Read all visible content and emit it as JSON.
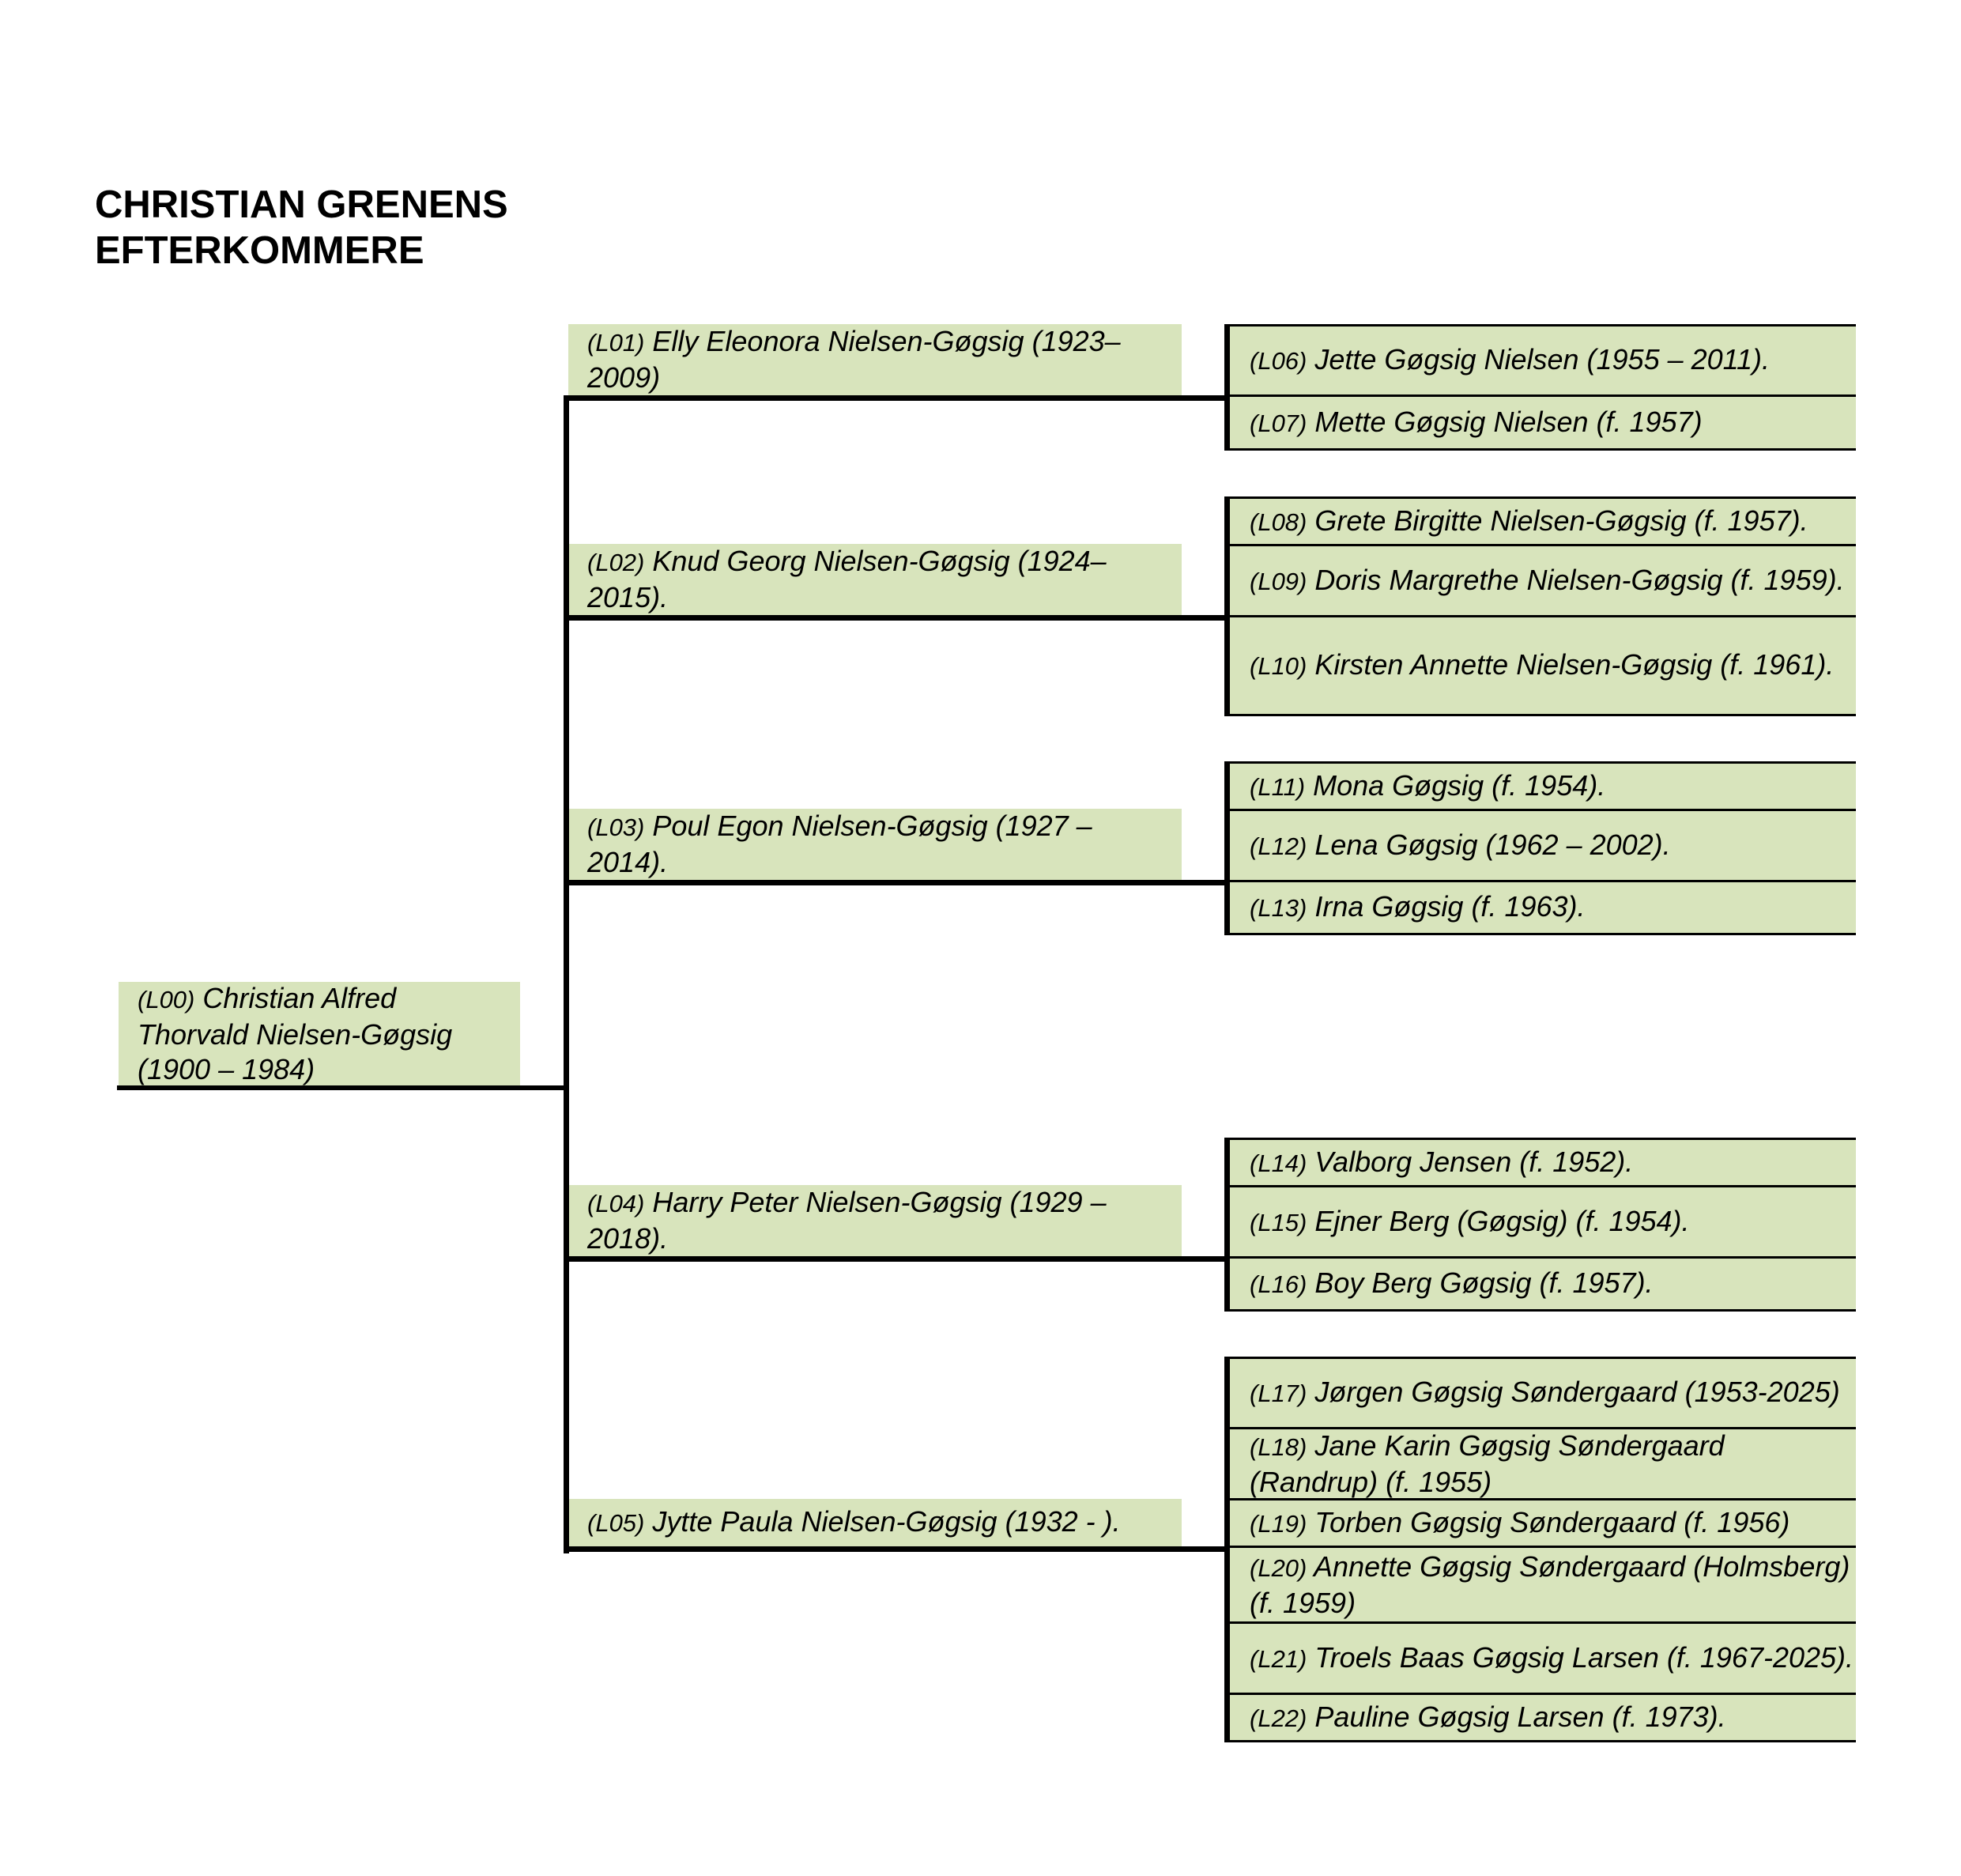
{
  "title": {
    "line1": "CHRISTIAN GRENENS",
    "line2": "EFTERKOMMERE"
  },
  "root": {
    "code": "(L00)",
    "text": " Christian Alfred Thorvald Nielsen-Gøgsig (1900 – 1984)"
  },
  "generation1": [
    {
      "code": "(L01)",
      "text": " Elly Eleonora Nielsen-Gøgsig (1923–2009)"
    },
    {
      "code": "(L02)",
      "text": " Knud Georg Nielsen-Gøgsig (1924–2015)."
    },
    {
      "code": "(L03)",
      "text": " Poul Egon Nielsen-Gøgsig (1927 – 2014)."
    },
    {
      "code": "(L04)",
      "text": " Harry Peter Nielsen-Gøgsig (1929 – 2018)."
    },
    {
      "code": "(L05)",
      "text": " Jytte Paula Nielsen-Gøgsig (1932 - )."
    }
  ],
  "generation2": [
    {
      "code": "(L06)",
      "text": " Jette Gøgsig Nielsen (1955 – 2011)."
    },
    {
      "code": "(L07)",
      "text": " Mette Gøgsig Nielsen (f. 1957)"
    },
    {
      "code": "(L08)",
      "text": " Grete Birgitte Nielsen-Gøgsig (f. 1957)."
    },
    {
      "code": "(L09)",
      "text": " Doris Margrethe Nielsen-Gøgsig (f. 1959)."
    },
    {
      "code": "(L10)",
      "text": " Kirsten Annette Nielsen-Gøgsig (f. 1961)."
    },
    {
      "code": "(L11)",
      "text": " Mona Gøgsig (f. 1954)."
    },
    {
      "code": "(L12)",
      "text": " Lena Gøgsig (1962 – 2002)."
    },
    {
      "code": "(L13)",
      "text": " Irna Gøgsig (f. 1963)."
    },
    {
      "code": "(L14)",
      "text": " Valborg Jensen (f. 1952)."
    },
    {
      "code": "(L15)",
      "text": " Ejner Berg (Gøgsig) (f. 1954)."
    },
    {
      "code": "(L16)",
      "text": " Boy Berg Gøgsig (f. 1957)."
    },
    {
      "code": "(L17)",
      "text": " Jørgen Gøgsig Søndergaard (1953-2025)"
    },
    {
      "code": "(L18)",
      "text": " Jane Karin Gøgsig Søndergaard (Randrup) (f. 1955)"
    },
    {
      "code": "(L19)",
      "text": " Torben Gøgsig Søndergaard (f. 1956)"
    },
    {
      "code": "(L20)",
      "text": " Annette Gøgsig Søndergaard (Holmsberg) (f. 1959)"
    },
    {
      "code": "(L21)",
      "text": " Troels Baas Gøgsig Larsen (f. 1967-2025)."
    },
    {
      "code": "(L22)",
      "text": " Pauline Gøgsig Larsen (f. 1973)."
    }
  ]
}
